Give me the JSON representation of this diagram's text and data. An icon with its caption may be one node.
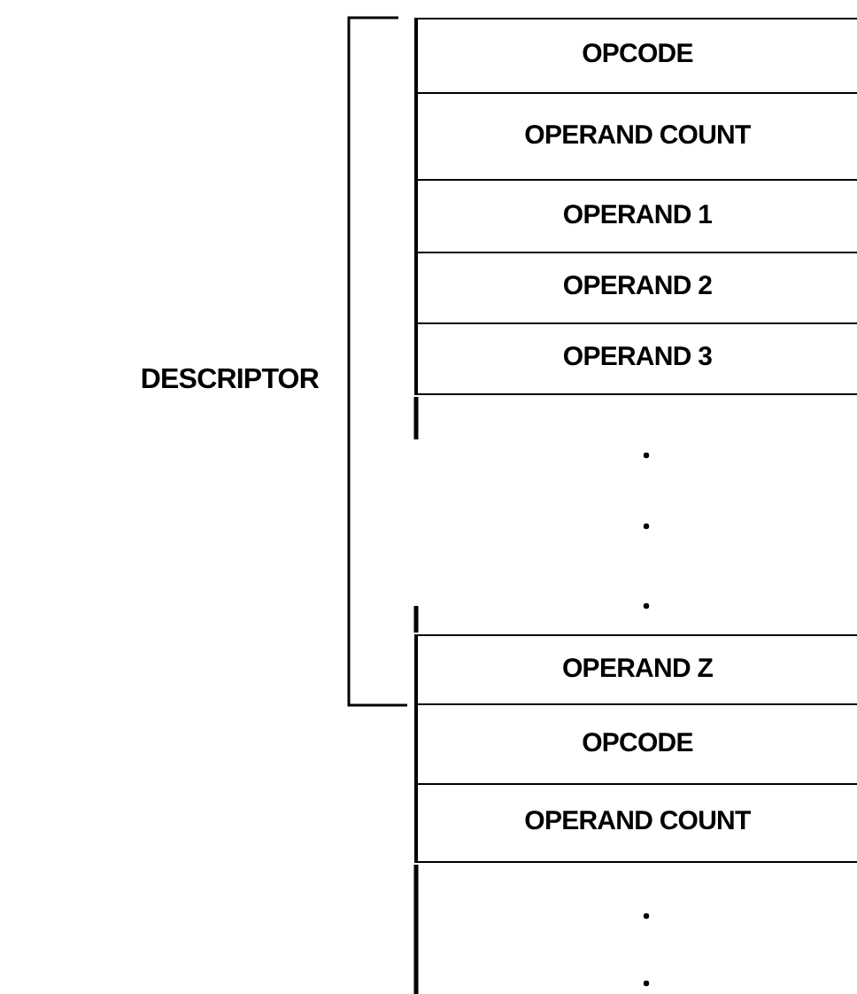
{
  "diagram": {
    "nodes": [
      {
        "text": [
          "OPCODE"
        ]
      },
      {
        "text": [
          "OPERAND COUNT"
        ]
      },
      {
        "text": [
          "OPERAND 1"
        ]
      },
      {
        "text": [
          "OPERAND 2"
        ]
      },
      {
        "text": [
          "OPERAND 3"
        ]
      },
      {
        "text": [
          "OPERAND Z"
        ]
      },
      {
        "text": [
          "OPCODE"
        ]
      },
      {
        "text": [
          "OPERAND COUNT"
        ]
      }
    ],
    "labels": [
      "DESCRIPTOR"
    ]
  }
}
